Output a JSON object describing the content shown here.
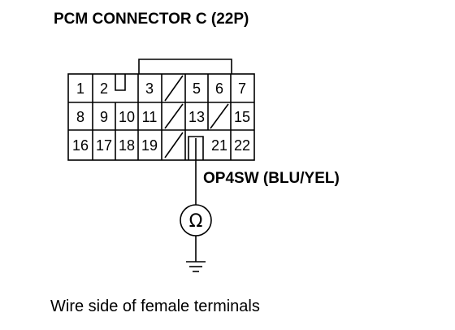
{
  "title": "PCM CONNECTOR C (22P)",
  "terminals": {
    "row1": [
      "1",
      "2",
      "",
      "3",
      "",
      "5",
      "6",
      "7"
    ],
    "row2": [
      "8",
      "9",
      "10",
      "11",
      "",
      "13",
      "",
      "15"
    ],
    "row3": [
      "16",
      "17",
      "18",
      "19",
      "",
      "",
      "21",
      "22"
    ]
  },
  "wire_label": "OP4SW (BLU/YEL)",
  "meter_symbol": "Ω",
  "caption": "Wire side of female terminals"
}
